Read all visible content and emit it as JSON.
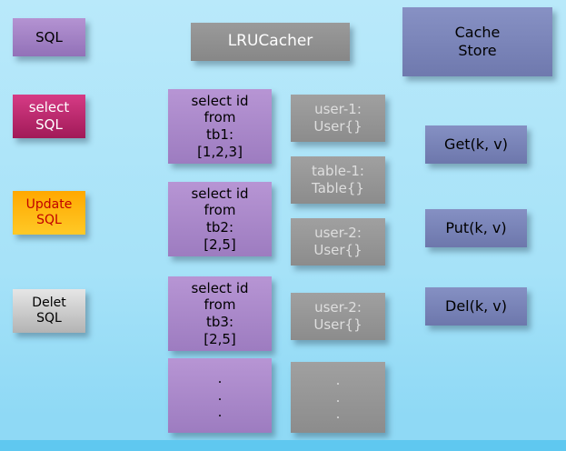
{
  "header": {
    "sql": "SQL",
    "lru_cacher": "LRUCacher",
    "cache_store": "Cache\nStore"
  },
  "sql_types": [
    {
      "id": "select-sql",
      "label": "select\nSQL",
      "color": "#c2185b"
    },
    {
      "id": "update-sql",
      "label": "Update\nSQL",
      "color": "#ffb300"
    },
    {
      "id": "delete-sql",
      "label": "Delet\nSQL",
      "color": "#c0c0c0"
    }
  ],
  "queries": [
    {
      "label": "select id\nfrom\ntb1:\n[1,2,3]"
    },
    {
      "label": "select id\nfrom\ntb2:\n[2,5]"
    },
    {
      "label": "select id\nfrom\ntb3:\n[2,5]"
    },
    {
      "label": ".\n.\n."
    }
  ],
  "cache_entries": [
    {
      "label": "user-1:\nUser{}"
    },
    {
      "label": "table-1:\nTable{}"
    },
    {
      "label": "user-2:\nUser{}"
    },
    {
      "label": "user-2:\nUser{}"
    },
    {
      "label": ".\n.\n."
    }
  ],
  "cache_ops": [
    {
      "label": "Get(k, v)"
    },
    {
      "label": "Put(k, v)"
    },
    {
      "label": "Del(k, v)"
    }
  ],
  "colors": {
    "background_top": "#b9e9fa",
    "background_bottom": "#5fc8f0",
    "query_purple": "#a986c8",
    "entry_gray": "#969696",
    "op_blue": "#7a84b8"
  }
}
